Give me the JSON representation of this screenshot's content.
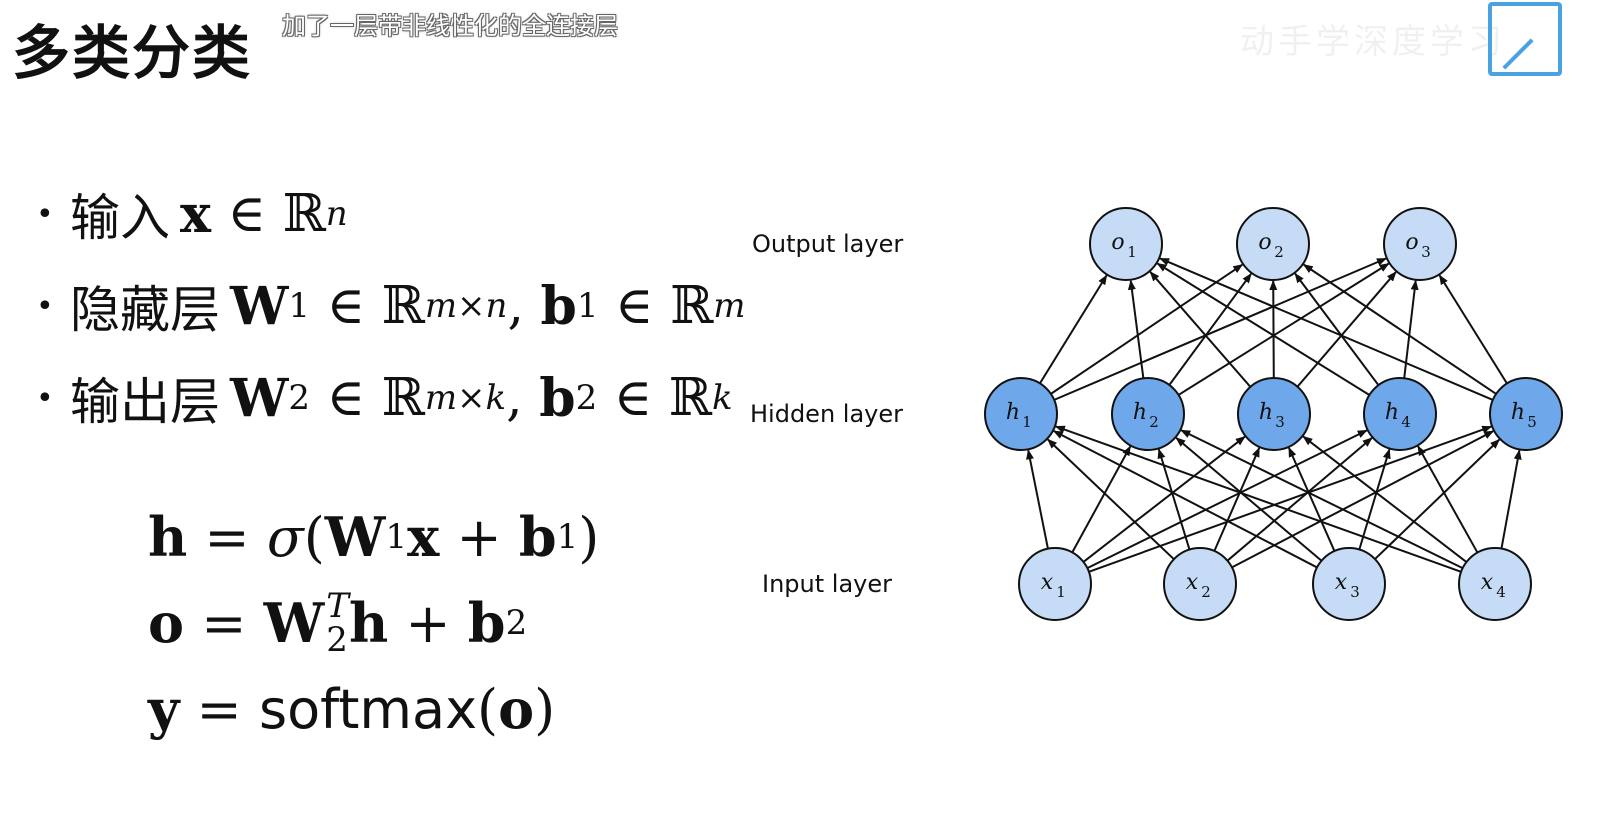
{
  "slide": {
    "title": "多类分类",
    "subtitle": "加了一层带非线性化的全连接层",
    "watermark": "动手学深度学习"
  },
  "bullets": [
    {
      "label": "输入",
      "math": {
        "var": "x",
        "set": "ℝ",
        "exp": "n"
      }
    },
    {
      "label": "隐藏层",
      "math": {
        "var1": "W",
        "sub1": "1",
        "exp1": "m×n",
        "var2": "b",
        "sub2": "1",
        "exp2": "m"
      }
    },
    {
      "label": "输出层",
      "math": {
        "var1": "W",
        "sub1": "2",
        "exp1": "m×k",
        "var2": "b",
        "sub2": "2",
        "exp2": "k"
      }
    }
  ],
  "equations": [
    "h = σ(W1x + b1)",
    "o = W2^T h + b2",
    "y = softmax(o)"
  ],
  "network": {
    "labels": {
      "output": "Output layer",
      "hidden": "Hidden layer",
      "input": "Input layer"
    },
    "output_nodes": [
      {
        "sym": "o",
        "sub": "1"
      },
      {
        "sym": "o",
        "sub": "2"
      },
      {
        "sym": "o",
        "sub": "3"
      }
    ],
    "hidden_nodes": [
      {
        "sym": "h",
        "sub": "1"
      },
      {
        "sym": "h",
        "sub": "2"
      },
      {
        "sym": "h",
        "sub": "3"
      },
      {
        "sym": "h",
        "sub": "4"
      },
      {
        "sym": "h",
        "sub": "5"
      }
    ],
    "input_nodes": [
      {
        "sym": "x",
        "sub": "1"
      },
      {
        "sym": "x",
        "sub": "2"
      },
      {
        "sym": "x",
        "sub": "3"
      },
      {
        "sym": "x",
        "sub": "4"
      }
    ],
    "colors": {
      "output_fill": "#c6dcf6",
      "hidden_fill": "#6fa8ea",
      "input_fill": "#c6dcf6",
      "stroke": "#111111"
    }
  }
}
